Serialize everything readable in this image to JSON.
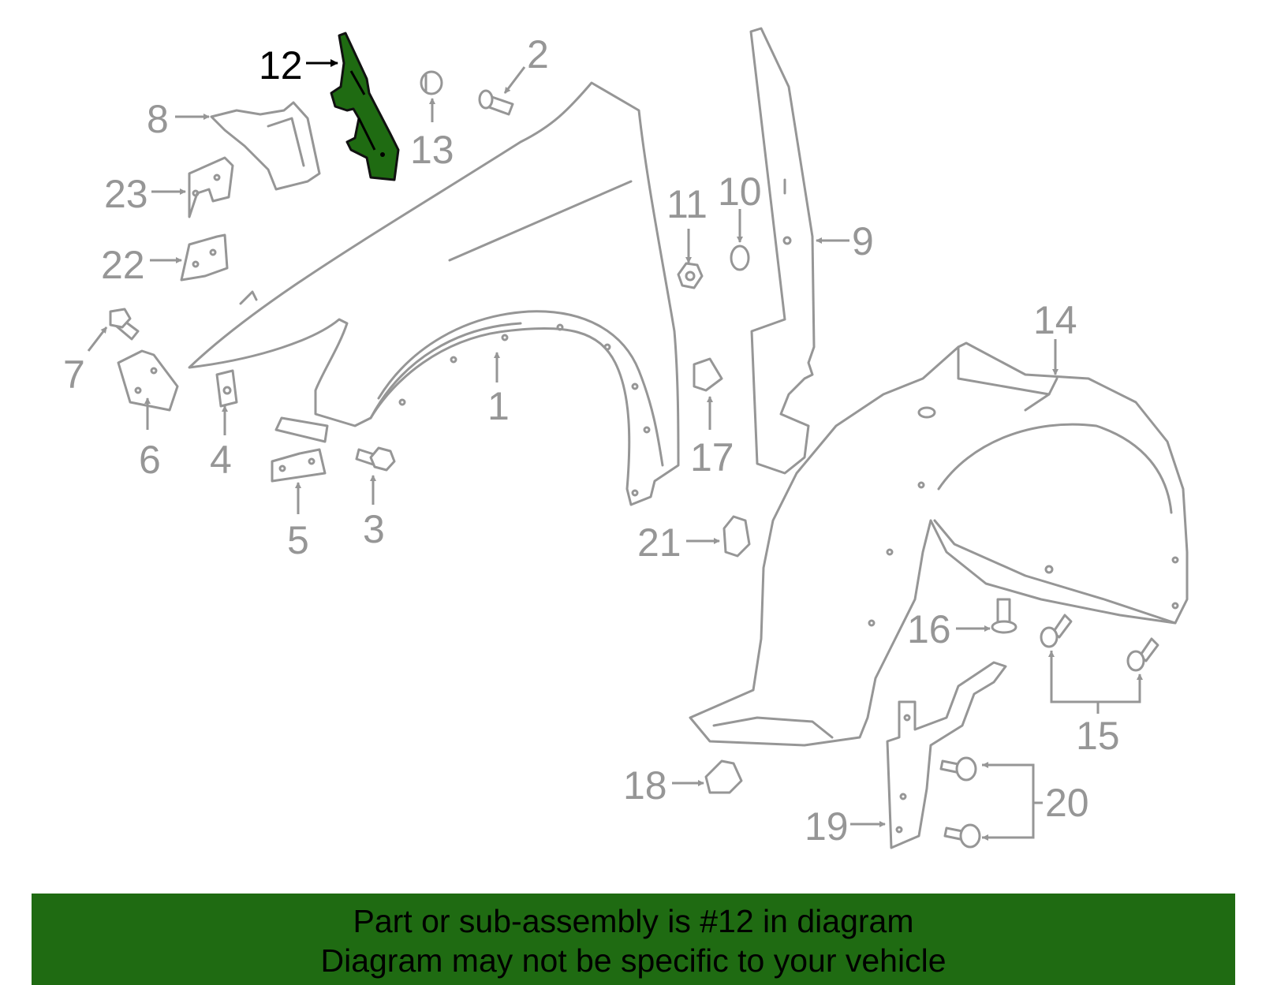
{
  "diagram": {
    "highlight_color": "#1f6b12",
    "callouts": {
      "c1": "1",
      "c2": "2",
      "c3": "3",
      "c4": "4",
      "c5": "5",
      "c6": "6",
      "c7": "7",
      "c8": "8",
      "c9": "9",
      "c10": "10",
      "c11": "11",
      "c12": "12",
      "c13": "13",
      "c14": "14",
      "c15": "15",
      "c16": "16",
      "c17": "17",
      "c18": "18",
      "c19": "19",
      "c20": "20",
      "c21": "21",
      "c22": "22",
      "c23": "23"
    }
  },
  "banner": {
    "line1": "Part or sub-assembly is #12 in diagram",
    "line2": "Diagram may not be specific to your vehicle"
  }
}
